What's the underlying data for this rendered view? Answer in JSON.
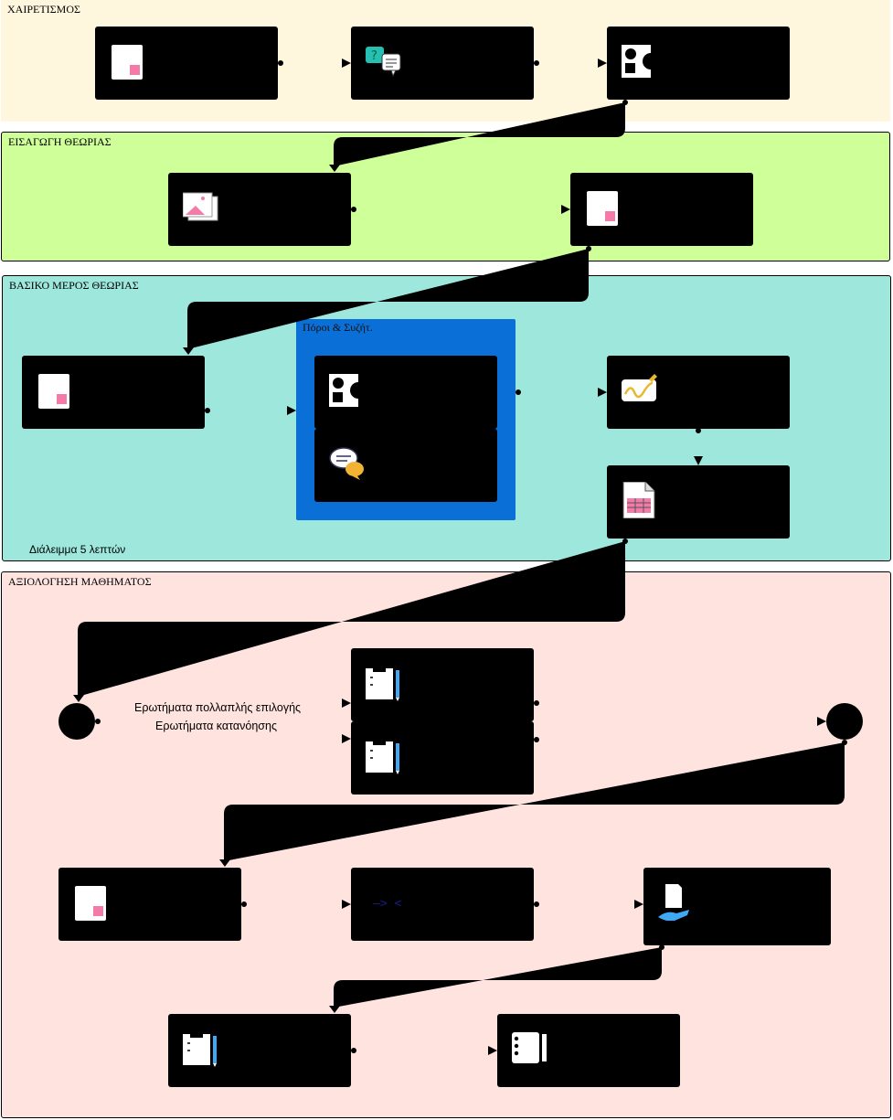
{
  "lanes": [
    {
      "title": "ΧΑΙΡΕΤΙΣΜΟΣ",
      "color": "#fff7dd"
    },
    {
      "title": "ΕΙΣΑΓΩΓΗ ΘΕΩΡΙΑΣ",
      "color": "#ceff98"
    },
    {
      "title": "ΒΑΣΙΚΟ ΜΕΡΟΣ ΘΕΩΡΙΑΣ",
      "color": "#9de7dd"
    },
    {
      "title": "ΑΞΙΟΛΟΓΗΣΗ ΜΑΘΗΜΑΤΟΣ",
      "color": "#ffe3df"
    }
  ],
  "group": {
    "title": "Πόροι & Συζήτ.",
    "color": "#0a6fd6"
  },
  "break_label": "Διάλειμμα 5 λεπτών",
  "branch_labels": {
    "multiple_choice": "Ερωτήματα πολλαπλής επιλογής",
    "comprehension": "Ερωτήματα κατανόησης"
  },
  "icons": {
    "n1": "document-icon",
    "n2": "question-chat-icon",
    "n3": "shapes-icon",
    "n4": "image-gallery-icon",
    "n5": "document-icon",
    "n6": "document-icon",
    "n7": "shapes-icon",
    "n8": "discussion-icon",
    "n9": "handwriting-icon",
    "n10": "spreadsheet-icon",
    "n11": "quiz-clipboard-icon",
    "n12": "quiz-clipboard-icon",
    "n13": "document-icon",
    "n14": "code-icon",
    "n15": "handout-icon",
    "n16": "quiz-clipboard-icon",
    "n17": "notebook-icon"
  },
  "code_glyph": "–>  <",
  "colors": {
    "node": "#000000",
    "accent_pink": "#f47aa8",
    "wire": "#000000"
  }
}
